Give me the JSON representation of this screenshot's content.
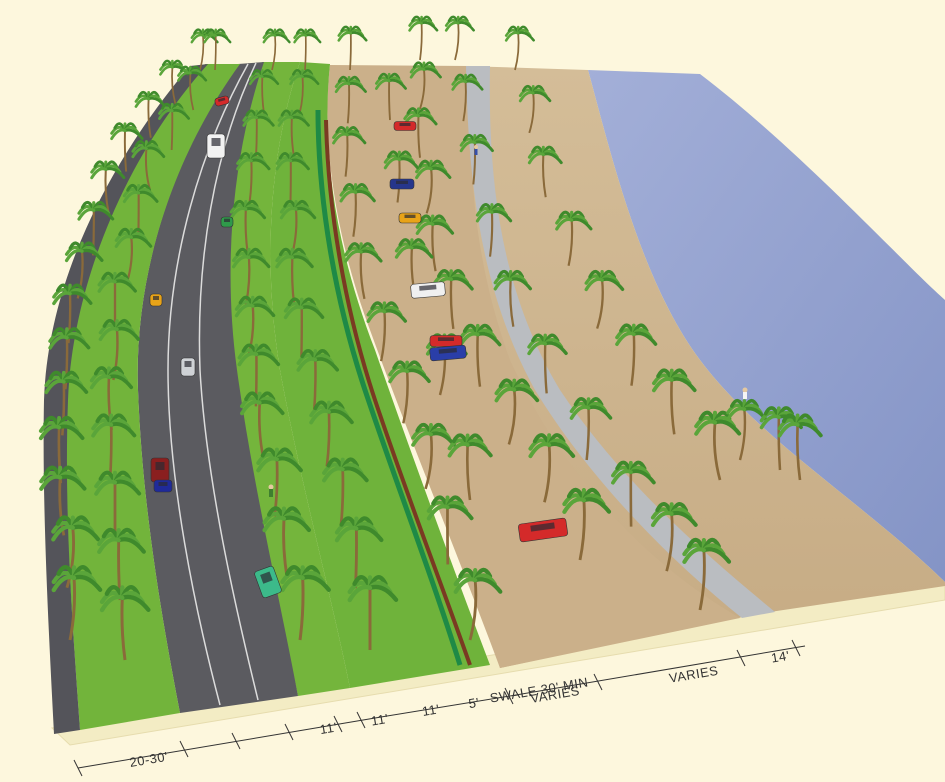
{
  "colors": {
    "background": "#fdf7dd",
    "grass": "#6fb13a",
    "grass_dark": "#4f8f2a",
    "road": "#5a5a5e",
    "road_line": "#d8d8d8",
    "sand": "#cdb48e",
    "sidewalk": "#b9bcbf",
    "water": "#8c9ccc",
    "hedge": "#1e8a46",
    "swale_wall": "#7a3a22",
    "palm_frond": "#3f8a2c",
    "palm_trunk": "#8a6a3a",
    "base": "#f6efc8"
  },
  "icons": {
    "palm": "palm-tree-icon",
    "car": "car-icon",
    "truck": "truck-icon",
    "pedestrian": "pedestrian-icon"
  },
  "vehicles": [
    {
      "kind": "car",
      "color": "#d42a2a"
    },
    {
      "kind": "truck",
      "color": "#f2f2f2"
    },
    {
      "kind": "car",
      "color": "#2f9a4a"
    },
    {
      "kind": "car",
      "color": "#e8a318"
    },
    {
      "kind": "car",
      "color": "#cfd2d6"
    },
    {
      "kind": "car",
      "color": "#8a1f1f"
    },
    {
      "kind": "car",
      "color": "#1f2a9a"
    },
    {
      "kind": "car",
      "color": "#3cba8a"
    },
    {
      "kind": "car",
      "color": "#d42a2a"
    },
    {
      "kind": "car",
      "color": "#26368c"
    },
    {
      "kind": "car",
      "color": "#e8a318"
    },
    {
      "kind": "car",
      "color": "#f0f0f0"
    },
    {
      "kind": "car",
      "color": "#d42a2a"
    },
    {
      "kind": "car",
      "color": "#2a3ea8"
    }
  ],
  "dimensions": {
    "bottom": [
      "20-30'",
      "11'",
      "11'",
      "11'",
      "5'",
      "SWALE 30' MIN"
    ],
    "right": [
      "VARIES",
      "VARIES",
      "14'"
    ]
  }
}
